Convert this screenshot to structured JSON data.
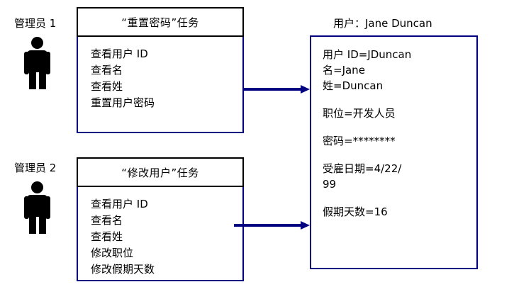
{
  "diagram": {
    "title": "",
    "colors": {
      "background": "#ffffff",
      "header_border": "#000000",
      "body_border": "#000080",
      "arrow": "#000080",
      "text": "#000000",
      "actor": "#000000"
    }
  },
  "actors": [
    {
      "label": "管理员 1",
      "icon": "actor-person-icon"
    },
    {
      "label": "管理员 2",
      "icon": "actor-person-icon"
    }
  ],
  "tasks": [
    {
      "header": "“重置密码”任务",
      "items": [
        "查看用户 ID",
        "查看名",
        "查看姓",
        "重置用户密码"
      ]
    },
    {
      "header": "“修改用户”任务",
      "items": [
        "查看用户 ID",
        "查看名",
        "查看姓",
        "修改职位",
        "修改假期天数"
      ]
    }
  ],
  "user_panel": {
    "title": "用户：Jane Duncan",
    "groups": [
      {
        "lines": [
          "用户 ID=JDuncan",
          "名=Jane",
          "姓=Duncan"
        ]
      },
      {
        "lines": [
          "职位=开发人员"
        ]
      },
      {
        "lines": [
          "密码=********"
        ]
      },
      {
        "lines": [
          "受雇日期=4/22/",
          "99"
        ]
      },
      {
        "lines": [
          "假期天数=16"
        ]
      }
    ]
  },
  "arrows": [
    {
      "name": "arrow-task1-to-user"
    },
    {
      "name": "arrow-task2-to-user"
    }
  ]
}
